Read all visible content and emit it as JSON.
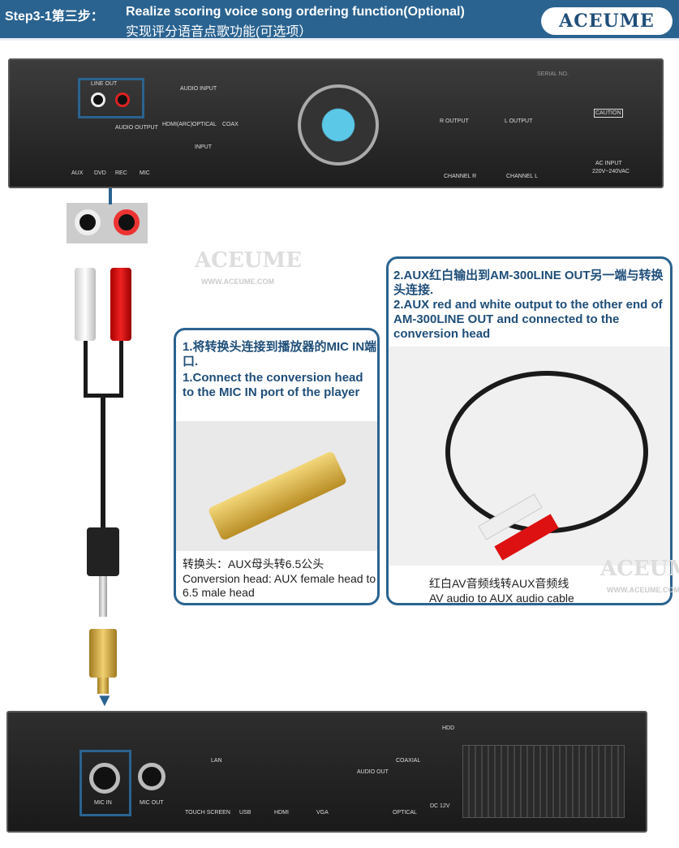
{
  "header": {
    "step": "Step3-1第三步：",
    "title_en": "Realize scoring voice song ordering function(Optional)",
    "title_zh": "实现评分语音点歌功能(可选项）",
    "logo": "ACEUME"
  },
  "watermark": {
    "brand": "ACEUME",
    "url": "WWW.ACEUME.COM"
  },
  "amplifier": {
    "labels": [
      "LINE OUT",
      "AUDIO INPUT",
      "AUDIO OUTPUT",
      "HDMI(ARC)",
      "OPTICAL",
      "COAX",
      "INPUT",
      "AUX",
      "DVD",
      "REC",
      "MIC",
      "SERIAL NO.",
      "R OUTPUT",
      "L OUTPUT",
      "CHANNEL R",
      "CHANNEL L",
      "CAUTION",
      "AC INPUT",
      "220V~240VAC"
    ]
  },
  "player": {
    "labels": [
      "MIC IN",
      "MIC OUT",
      "LAN",
      "TOUCH SCREEN",
      "USB",
      "HDMI",
      "VGA",
      "OPTICAL",
      "COAXIAL",
      "DC 12V",
      "HDD",
      "AUDIO OUT"
    ]
  },
  "step1": {
    "zh": "1.将转换头连接到播放器的MIC IN端口.",
    "en": "1.Connect the conversion head to the MIC IN port of the player",
    "caption_zh": "转换头：AUX母头转6.5公头",
    "caption_en": "Conversion head: AUX female head to 6.5 male head"
  },
  "step2": {
    "zh": "2.AUX红白输出到AM-300LINE OUT另一端与转换头连接.",
    "en": "2.AUX red and white output to the other end of AM-300LINE OUT and connected to the conversion head",
    "caption_zh": "红白AV音频线转AUX音频线",
    "caption_en": "AV audio to AUX audio cable"
  }
}
